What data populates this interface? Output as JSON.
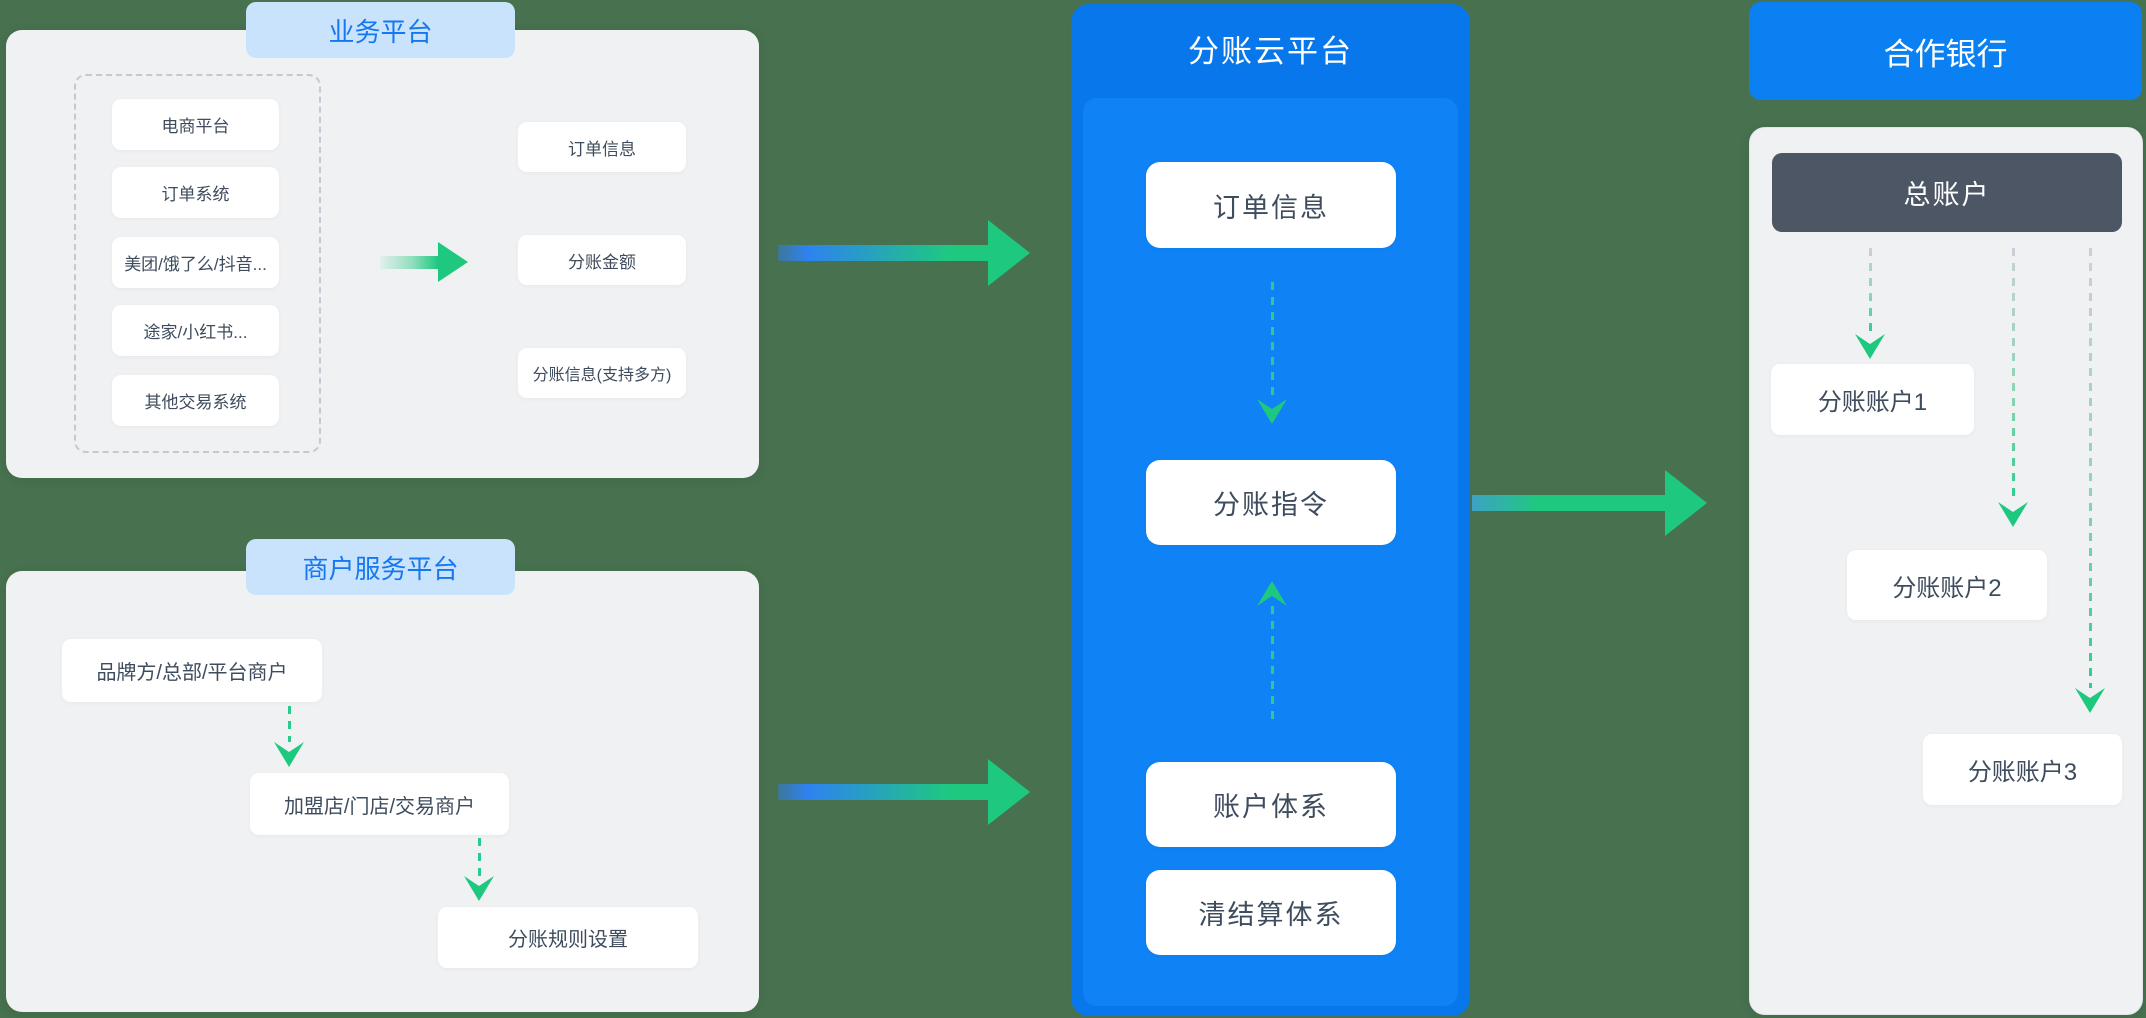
{
  "canvas": {
    "background": "#47714f"
  },
  "business_platform": {
    "title": "业务平台",
    "source_systems": [
      "电商平台",
      "订单系统",
      "美团/饿了么/抖音...",
      "途家/小红书...",
      "其他交易系统"
    ],
    "outputs": [
      "订单信息",
      "分账金额",
      "分账信息(支持多方)"
    ]
  },
  "merchant_platform": {
    "title": "商户服务平台",
    "brand_node": "品牌方/总部/平台商户",
    "store_node": "加盟店/门店/交易商户",
    "rule_node": "分账规则设置"
  },
  "cloud_platform": {
    "title": "分账云平台",
    "order_info": "订单信息",
    "split_instruction": "分账指令",
    "account_system": "账户体系",
    "settlement_system": "清结算体系"
  },
  "bank": {
    "title": "合作银行",
    "master_account": "总账户",
    "sub_accounts": [
      "分账账户1",
      "分账账户2",
      "分账账户3"
    ]
  },
  "colors": {
    "accent_blue": "#0b80f2",
    "accent_green": "#1ec97f",
    "pill_bg": "#c8e3fb",
    "pill_text": "#1678f0",
    "dark_box": "#4c5664",
    "panel_bg": "#f0f1f3",
    "page_bg": "#47714f"
  }
}
